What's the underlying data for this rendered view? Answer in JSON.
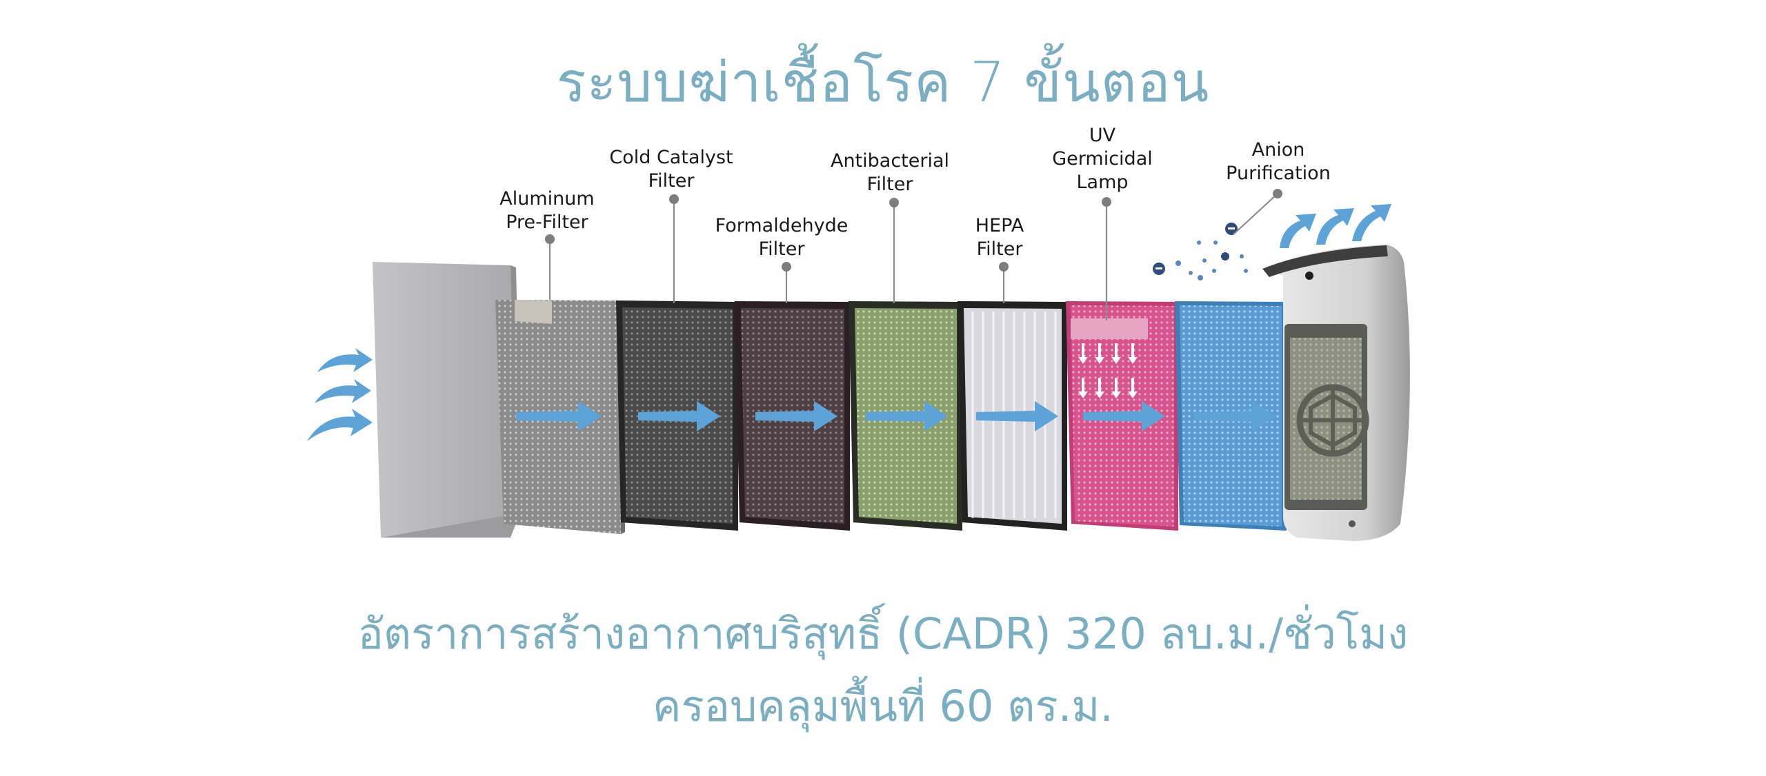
{
  "title": "ระบบฆ่าเชื้อโรค 7 ขั้นตอน",
  "labels": {
    "aluminum": "Aluminum\nPre-Filter",
    "cold_catalyst": "Cold Catalyst\nFilter",
    "formaldehyde": "Formaldehyde\nFilter",
    "antibacterial": "Antibacterial\nFilter",
    "hepa": "HEPA\nFilter",
    "uv": "UV\nGermicidal\nLamp",
    "anion": "Anion\nPurification"
  },
  "footer": {
    "line1": "อัตราการสร้างอากาศบริสุทธิ์ (CADR) 320 ลบ.ม./ชั่วโมง",
    "line2": "ครอบคลุมพื้นที่ 60 ตร.ม."
  },
  "colors": {
    "title": "#7aaec0",
    "arrow": "#5da3d8",
    "label": "#1a1a1a",
    "pre_filter": "#b5b5b7",
    "aluminum_filter": "#8a8a8a",
    "cold_catalyst_filter": "#4a4a4a",
    "formaldehyde_filter": "#4e3f45",
    "antibacterial_filter": "#8aa06b",
    "hepa_filter": "#d8d8de",
    "uv_filter": "#d8528c",
    "anion_filter": "#5a9bd6",
    "purifier_body": "#d9d9d9"
  }
}
